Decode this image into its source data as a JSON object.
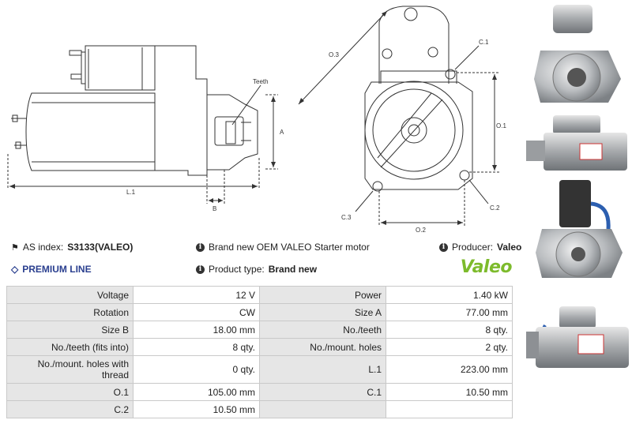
{
  "diagram": {
    "labels": {
      "teeth": "Teeth",
      "a": "A",
      "b": "B",
      "l1": "L.1",
      "o3": "O.3",
      "c1": "C.1",
      "o1": "O.1",
      "c3": "C.3",
      "c2": "C.2",
      "o2": "O.2"
    }
  },
  "info": {
    "as_index_label": "AS index:",
    "as_index_value": "S3133(VALEO)",
    "premium_line": "PREMIUM LINE",
    "brand_text": "Brand new OEM VALEO Starter motor",
    "product_type_label": "Product type:",
    "product_type_value": "Brand new",
    "producer_label": "Producer:",
    "producer_value": "Valeo",
    "logo_text": "Valeo"
  },
  "specs": [
    {
      "l1": "Voltage",
      "v1": "12 V",
      "l2": "Power",
      "v2": "1.40 kW"
    },
    {
      "l1": "Rotation",
      "v1": "CW",
      "l2": "Size A",
      "v2": "77.00 mm"
    },
    {
      "l1": "Size B",
      "v1": "18.00 mm",
      "l2": "No./teeth",
      "v2": "8 qty."
    },
    {
      "l1": "No./teeth (fits into)",
      "v1": "8 qty.",
      "l2": "No./mount. holes",
      "v2": "2 qty."
    },
    {
      "l1": "No./mount. holes with thread",
      "v1": "0 qty.",
      "l2": "L.1",
      "v2": "223.00 mm"
    },
    {
      "l1": "O.1",
      "v1": "105.00 mm",
      "l2": "C.1",
      "v2": "10.50 mm"
    },
    {
      "l1": "C.2",
      "v1": "10.50 mm",
      "l2": "",
      "v2": ""
    }
  ],
  "colors": {
    "accent_green": "#7dbb2c",
    "premium_blue": "#2a3f8f",
    "label_bg": "#e6e6e6",
    "border": "#c9c9c9"
  }
}
